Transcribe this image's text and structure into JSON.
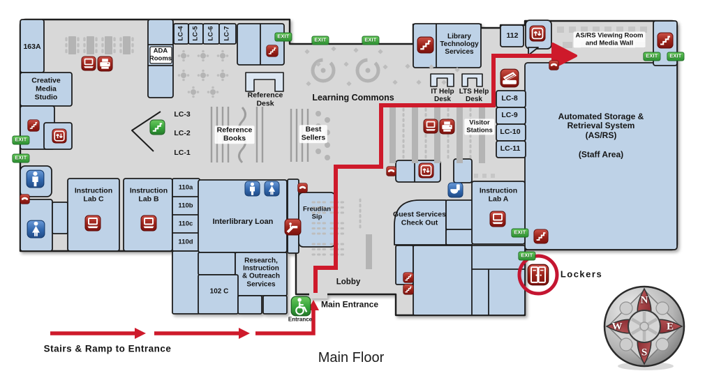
{
  "page": {
    "floor_title": "Main Floor"
  },
  "route": {
    "stairs_ramp_label": "Stairs & Ramp to Entrance",
    "main_entrance_label": "Main Entrance",
    "entrance_label": "Entrance"
  },
  "badges": {
    "exit": "EXIT",
    "lockers": "Lockers"
  },
  "compass": {
    "north": "N",
    "east": "E",
    "south": "S",
    "west": "W"
  },
  "rooms": {
    "r163a": "163A",
    "creative_media_studio": "Creative\nMedia\nStudio",
    "ada_rooms": "ADA\nRooms",
    "lc4": "LC-4",
    "lc5": "LC-5",
    "lc6": "LC-6",
    "lc7": "LC-7",
    "lc3": "LC-3",
    "lc2": "LC-2",
    "lc1": "LC-1",
    "reference_desk": "Reference\nDesk",
    "reference_books": "Reference\nBooks",
    "best_sellers": "Best\nSellers",
    "learning_commons": "Learning Commons",
    "library_technology_services": "Library\nTechnology\nServices",
    "r112": "112",
    "it_help_desk": "IT Help\nDesk",
    "lts_help_desk": "LTS Help\nDesk",
    "asrs_viewing_room": "AS/RS Viewing Room\nand Media Wall",
    "asrs_title": "Automated Storage & Retrieval System\n(AS/RS)",
    "asrs_staff_area": "(Staff Area)",
    "lc8": "LC-8",
    "lc9": "LC-9",
    "lc10": "LC-10",
    "lc11": "LC-11",
    "visitor_stations": "Visitor\nStations",
    "instruction_lab_c": "Instruction\nLab C",
    "instruction_lab_b": "Instruction\nLab B",
    "instruction_lab_a": "Instruction\nLab A",
    "r110a": "110a",
    "r110b": "110b",
    "r110c": "110c",
    "r110d": "110d",
    "interlibrary_loan": "Interlibrary Loan",
    "freudian_sip": "Freudian\nSip",
    "research_outreach": "Research,\nInstruction\n& Outreach\nServices",
    "r102c": "102 C",
    "guest_services": "Guest Services\nCheck Out",
    "lobby": "Lobby"
  },
  "colors": {
    "route_red": "#ce1a2b",
    "room_blue": "#bed2e7",
    "floor_gray": "#d8d8d8",
    "exit_green": "#3aa840",
    "icon_red": "#8e1a12",
    "icon_blue": "#2f6cb3",
    "icon_green": "#36a339"
  }
}
